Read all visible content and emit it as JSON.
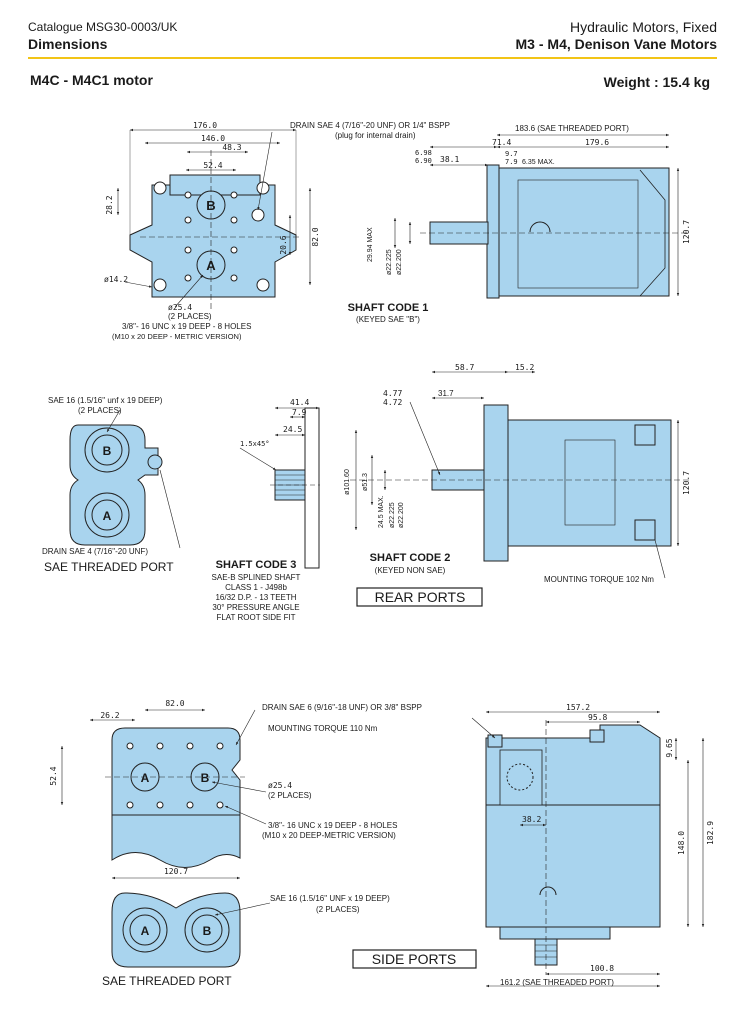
{
  "header": {
    "catalogue": "Catalogue MSG30-0003/UK",
    "section": "Dimensions",
    "category": "Hydraulic Motors, Fixed",
    "product": "M3 - M4, Denison Vane Motors",
    "model": "M4C - M4C1 motor",
    "weight": "Weight : 15.4 kg"
  },
  "colors": {
    "body": "#a9d4ee",
    "accent_line": "#f2c416",
    "outline": "#222222"
  },
  "view1": {
    "dims": {
      "d176": "176.0",
      "d146": "146.0",
      "d48": "48.3",
      "d52": "52.4",
      "d28": "28.2",
      "d20": "20.6",
      "d82": "82.0",
      "d14": "ø14.2",
      "d25": "ø25.4"
    },
    "drain_label": "DRAIN SAE 4 (7/16\"-20 UNF) OR 1/4\" BSPP",
    "drain_sub": "(plug for internal drain)",
    "places": "(2 PLACES)",
    "holes": "3/8\"- 16 UNC x 19 DEEP - 8 HOLES",
    "holes_metric": "(M10 x 20 DEEP - METRIC VERSION)",
    "port_a": "A",
    "port_b": "B"
  },
  "shaft1": {
    "dims": {
      "d183": "183.6 (SAE THREADED PORT)",
      "d71": "71.4",
      "d179": "179.6",
      "d6": "6.98",
      "d6b": "6.90",
      "d38": "38.1",
      "d9": "9.7",
      "d7": "7.9",
      "d635": "6.35 MAX.",
      "d2994": "29.94 MAX",
      "d22": "ø22.225",
      "d22b": "ø22.200",
      "d120": "120.7"
    },
    "title": "SHAFT CODE 1",
    "sub": "(KEYED SAE \"B\")"
  },
  "view2": {
    "sae16": "SAE 16 (1.5/16\" unf x 19 DEEP)",
    "places": "(2 PLACES)",
    "drain": "DRAIN SAE 4 (7/16\"-20 UNF)",
    "caption": "SAE THREADED PORT",
    "port_a": "A",
    "port_b": "B"
  },
  "shaft3": {
    "dims": {
      "d41": "41.4",
      "d7": "7.9",
      "d24": "24.5",
      "d15": "1.5x45°"
    },
    "title": "SHAFT CODE 3",
    "lines": [
      "SAE-B SPLINED SHAFT",
      "CLASS 1 - J498b",
      "16/32 D.P. - 13 TEETH",
      "30° PRESSURE ANGLE",
      "FLAT ROOT SIDE FIT"
    ]
  },
  "shaft2": {
    "dims": {
      "d58": "58.7",
      "d15": "15.2",
      "d4a": "4.77",
      "d4b": "4.72",
      "d31": "31.7",
      "d101": "ø101.60",
      "d51": "ø51.3",
      "d24": "24.5 MAX.",
      "d22": "ø22.225",
      "d22b": "ø22.200",
      "d120": "120.7"
    },
    "title": "SHAFT CODE 2",
    "sub": "(KEYED NON SAE)",
    "torque": "MOUNTING TORQUE 102 Nm",
    "rear_ports": "REAR PORTS"
  },
  "view3": {
    "dims": {
      "d82": "82.0",
      "d26": "26.2",
      "d52": "52.4",
      "d25": "ø25.4",
      "d120": "120.7"
    },
    "drain": "DRAIN SAE 6 (9/16\"-18 UNF) OR 3/8\" BSPP",
    "torque": "MOUNTING TORQUE 110 Nm",
    "places": "(2 PLACES)",
    "holes": "3/8\"- 16 UNC x 19 DEEP - 8 HOLES",
    "holes_metric": "(M10 x 20 DEEP-METRIC VERSION)",
    "port_a": "A",
    "port_b": "B"
  },
  "view4": {
    "sae16": "SAE 16 (1.5/16\" UNF x 19 DEEP)",
    "places": "(2 PLACES)",
    "caption": "SAE THREADED PORT",
    "port_a": "A",
    "port_b": "B"
  },
  "side": {
    "dims": {
      "d157": "157.2",
      "d95": "95.8",
      "d9": "9.65",
      "d38": "38.2",
      "d148": "148.0",
      "d182": "182.9",
      "d100": "100.8",
      "d161": "161.2 (SAE THREADED PORT)"
    },
    "side_ports": "SIDE PORTS"
  }
}
